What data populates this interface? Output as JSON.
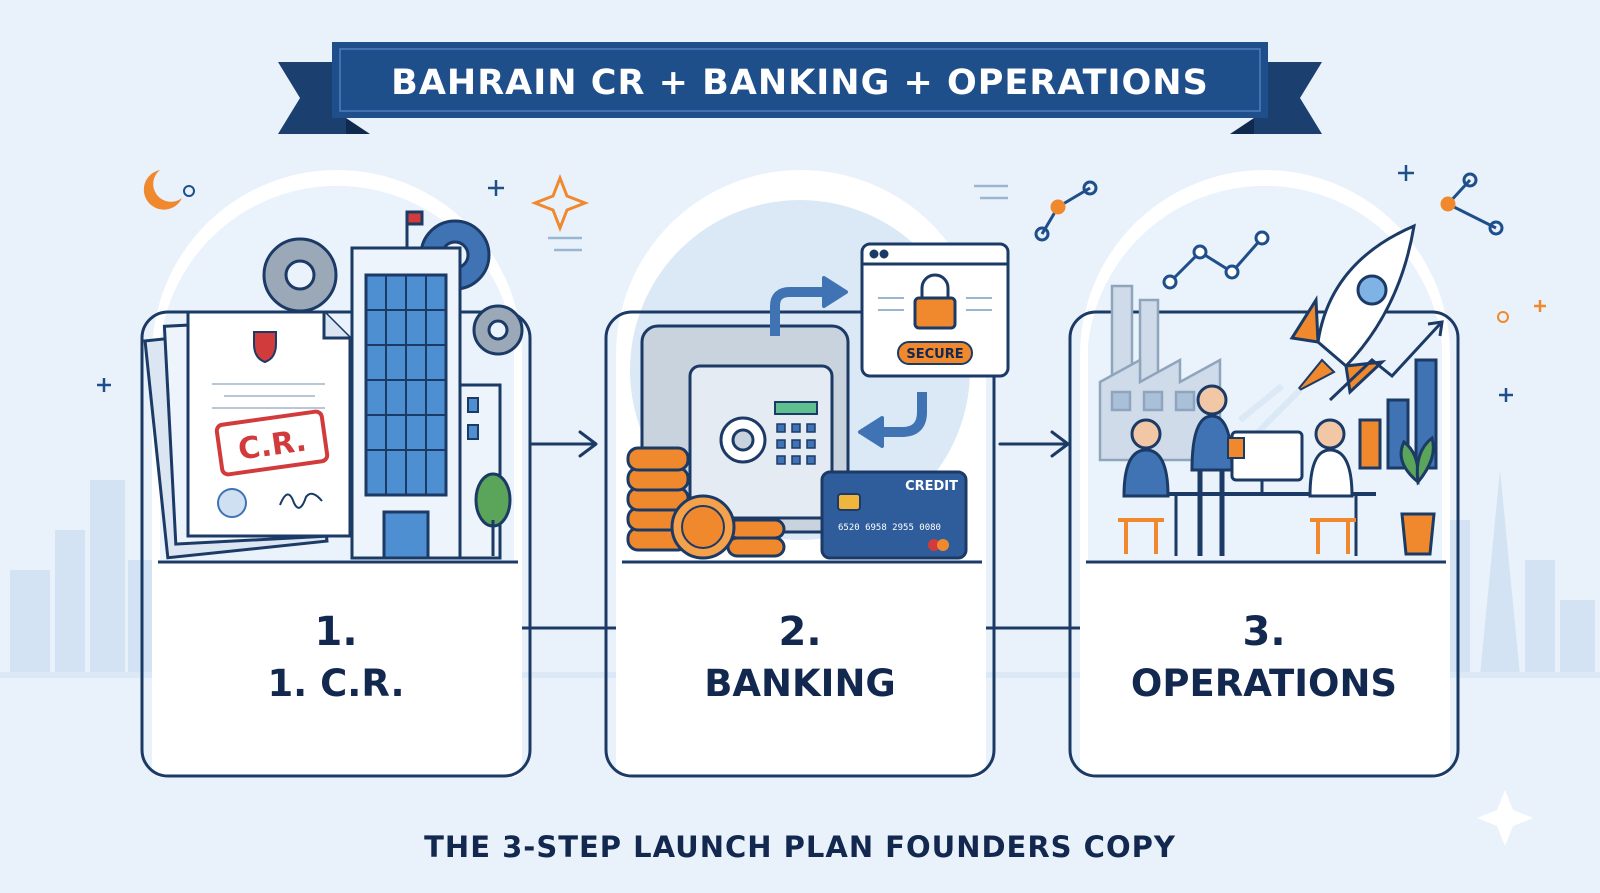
{
  "banner": {
    "title": "BAHRAIN CR + BANKING + OPERATIONS"
  },
  "steps": [
    {
      "number": "1.",
      "label": "1. C.R."
    },
    {
      "number": "2.",
      "label": "BANKING"
    },
    {
      "number": "3.",
      "label": "OPERATIONS"
    }
  ],
  "illustrations": {
    "cr_stamp": "C.R.",
    "secure_badge": "SECURE",
    "card_label": "CREDIT",
    "card_number": "6520  6958  2955  0080"
  },
  "footer": {
    "caption": "THE 3-STEP LAUNCH PLAN FOUNDERS COPY"
  },
  "colors": {
    "background": "#e9f2fb",
    "navy": "#1f4f8b",
    "dark_text": "#13284f",
    "accent_orange": "#f0892d",
    "stamp_red": "#d23b3b"
  }
}
